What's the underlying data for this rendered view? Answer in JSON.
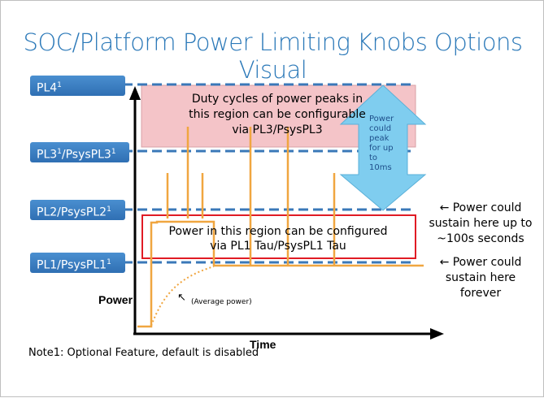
{
  "title": "SOC/Platform Power Limiting Knobs Options Visual",
  "levels": {
    "pl4": {
      "name": "PL4",
      "sup": "1"
    },
    "pl3": {
      "name": "PL3",
      "sup1": "1",
      "mid": "/PsysPL3",
      "sup2": "1"
    },
    "pl2": {
      "name": "PL2/PsysPL2",
      "sup": "1"
    },
    "pl1": {
      "name": "PL1/PsysPL1",
      "sup": "1"
    }
  },
  "pink_region_text": [
    "Duty cycles of power peaks in",
    "this region can be configurable",
    "via PL3/PsysPL3"
  ],
  "arrow_text": [
    "Power",
    "could",
    "peak",
    "for up",
    "to",
    "10ms"
  ],
  "red_box_text": [
    "Power in this region can be configured",
    "via PL1 Tau/PsysPL1 Tau"
  ],
  "right_note_1": [
    "← Power could",
    "sustain here up to",
    "~100s seconds"
  ],
  "right_note_2": [
    "← Power could",
    "sustain here",
    "forever"
  ],
  "y_axis_label": "Power",
  "x_axis_label": "Time",
  "average_power_label": "(Average power)",
  "average_arrow_glyph": "↖",
  "note": "Note1: Optional Feature, default is disabled",
  "colors": {
    "title": "#2a78b8",
    "level_box": "#3a7fc4",
    "dashed_line": "#3a78b8",
    "pink": "#f4c4c8",
    "orange": "#f0a640",
    "red": "#e01b24",
    "arrow": "#7fcdef"
  }
}
